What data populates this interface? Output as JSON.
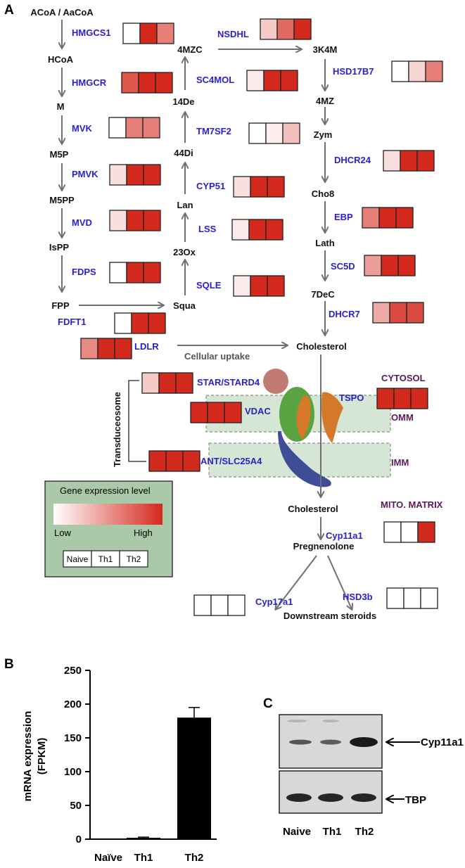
{
  "panels": {
    "a": "A",
    "b": "B",
    "c": "C"
  },
  "colors": {
    "gene_text": "#2a1fd0",
    "compartment_text": "#5a1a5a",
    "membrane_fill": "#d5e6d5",
    "legend_bg": "#a9c9a9"
  },
  "metabolites": [
    "ACoA / AaCoA",
    "HCoA",
    "M",
    "M5P",
    "M5PP",
    "IsPP",
    "FPP",
    "Squa",
    "23Ox",
    "Lan",
    "44Di",
    "14De",
    "4MZC",
    "3K4M",
    "4MZ",
    "Zym",
    "Cho8",
    "Lath",
    "7DeC",
    "Cholesterol",
    "Cholesterol",
    "Pregnenolone",
    "Downstream steroids"
  ],
  "genes": [
    {
      "name": "HMGCS1",
      "levels": [
        0.0,
        1.0,
        0.6
      ]
    },
    {
      "name": "HMGCR",
      "levels": [
        0.8,
        1.0,
        1.0
      ]
    },
    {
      "name": "MVK",
      "levels": [
        0.0,
        0.6,
        0.6
      ]
    },
    {
      "name": "PMVK",
      "levels": [
        0.15,
        1.0,
        1.0
      ]
    },
    {
      "name": "MVD",
      "levels": [
        0.15,
        1.0,
        1.0
      ]
    },
    {
      "name": "FDPS",
      "levels": [
        0.0,
        1.0,
        1.0
      ]
    },
    {
      "name": "FDFT1",
      "levels": [
        0.0,
        1.0,
        1.0
      ]
    },
    {
      "name": "LDLR",
      "levels": [
        0.55,
        1.0,
        1.0
      ]
    },
    {
      "name": "SQLE",
      "levels": [
        0.1,
        1.0,
        1.0
      ]
    },
    {
      "name": "LSS",
      "levels": [
        0.1,
        1.0,
        1.0
      ]
    },
    {
      "name": "CYP51",
      "levels": [
        0.15,
        1.0,
        1.0
      ]
    },
    {
      "name": "TM7SF2",
      "levels": [
        0.0,
        0.08,
        0.3
      ]
    },
    {
      "name": "SC4MOL",
      "levels": [
        0.1,
        1.0,
        1.0
      ]
    },
    {
      "name": "NSDHL",
      "levels": [
        0.25,
        0.7,
        1.0
      ]
    },
    {
      "name": "HSD17B7",
      "levels": [
        0.0,
        0.2,
        0.6
      ]
    },
    {
      "name": "DHCR24",
      "levels": [
        0.15,
        1.0,
        1.0
      ]
    },
    {
      "name": "EBP",
      "levels": [
        0.6,
        1.0,
        1.0
      ]
    },
    {
      "name": "SC5D",
      "levels": [
        0.45,
        1.0,
        1.0
      ]
    },
    {
      "name": "DHCR7",
      "levels": [
        0.4,
        0.85,
        0.85
      ]
    },
    {
      "name": "STAR/STARD4",
      "levels": [
        0.25,
        1.0,
        1.0
      ]
    },
    {
      "name": "VDAC",
      "levels": [
        1.0,
        1.0,
        1.0
      ]
    },
    {
      "name": "TSPO",
      "levels": [
        1.0,
        1.0,
        1.0
      ]
    },
    {
      "name": "ANT/SLC25A4",
      "levels": [
        1.0,
        1.0,
        1.0
      ]
    },
    {
      "name": "Cyp11a1",
      "levels": [
        0.0,
        0.0,
        1.0
      ]
    },
    {
      "name": "Cyp17a1",
      "levels": [
        0.0,
        0.0,
        0.0
      ]
    },
    {
      "name": "HSD3b",
      "levels": [
        0.0,
        0.0,
        0.0
      ]
    }
  ],
  "labels": {
    "cellular_uptake": "Cellular uptake",
    "transduceosome": "Transduceosome",
    "cytosol": "CYTOSOL",
    "omm": "OMM",
    "imm": "IMM",
    "mito_matrix": "MITO. MATRIX"
  },
  "legend": {
    "title": "Gene expression level",
    "low": "Low",
    "high": "High",
    "columns": [
      "Naive",
      "Th1",
      "Th2"
    ]
  },
  "chart_data": {
    "type": "bar",
    "categories": [
      "Naïve",
      "Th1",
      "Th2"
    ],
    "values": [
      0,
      2,
      180
    ],
    "errors": [
      0,
      1,
      15
    ],
    "ylabel": "mRNA expression (FPKM)",
    "ylim": [
      0,
      250
    ],
    "yticks": [
      0,
      50,
      100,
      150,
      200,
      250
    ],
    "bar_color": "#000000"
  },
  "blot": {
    "bands": [
      "Cyp11a1",
      "TBP"
    ],
    "lanes": [
      "Naive",
      "Th1",
      "Th2"
    ],
    "cyp11a1_intensity": [
      0.35,
      0.3,
      1.0
    ],
    "tbp_intensity": [
      0.8,
      0.8,
      0.8
    ]
  }
}
